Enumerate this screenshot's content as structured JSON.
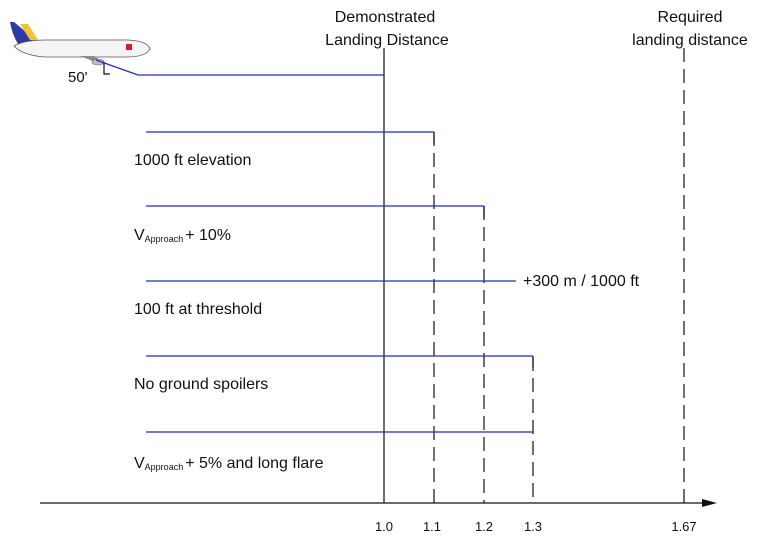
{
  "header": {
    "demonstrated_line1": "Demonstrated",
    "demonstrated_line2": "Landing Distance",
    "required_line1": "Required",
    "required_line2": "landing distance"
  },
  "aircraft": {
    "height_label": "50'"
  },
  "factors": [
    {
      "value": 1.0,
      "label": ""
    },
    {
      "value": 1.1,
      "label": "1000 ft elevation"
    },
    {
      "value": 1.2,
      "label_prefix": "V",
      "label_sub": "Approach",
      "label": "+ 10%"
    },
    {
      "value": 1.2,
      "label": "100 ft at threshold",
      "annotation": "+300 m / 1000 ft"
    },
    {
      "value": 1.3,
      "label": "No ground spoilers"
    },
    {
      "value": 1.3,
      "label_prefix": "V",
      "label_sub": "Approach",
      "label": "+ 5% and long flare"
    }
  ],
  "axis": {
    "ticks": [
      "1.0",
      "1.1",
      "1.2",
      "1.3",
      "1.67"
    ],
    "tick_values": [
      1.0,
      1.1,
      1.2,
      1.3,
      1.67
    ]
  },
  "colors": {
    "factor_line": "#1f2fb8",
    "axis": "#111111"
  }
}
